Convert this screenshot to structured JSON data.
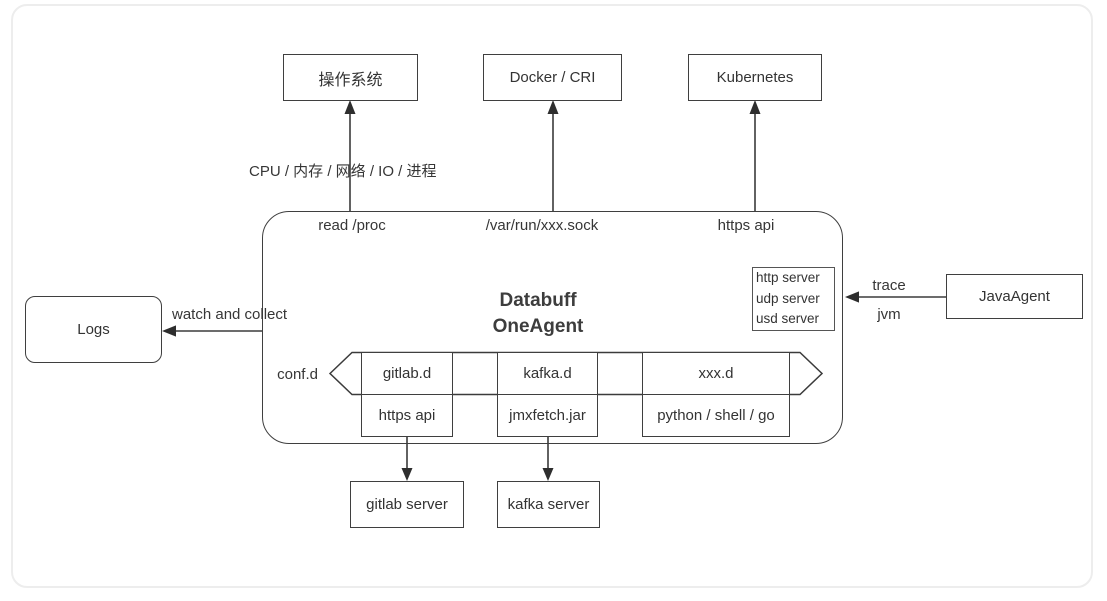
{
  "diagram": {
    "os_box": "操作系统",
    "docker_box": "Docker / CRI",
    "k8s_box": "Kubernetes",
    "cpu_label": "CPU / 内存 / 网络 / IO / 进程",
    "read_proc_label": "read /proc",
    "sock_label": "/var/run/xxx.sock",
    "https_api_label": "https api",
    "agent_title_line1": "Databuff",
    "agent_title_line2": "OneAgent",
    "server_list": [
      "http server",
      "udp server",
      "usd server"
    ],
    "logs_box": "Logs",
    "watch_collect_label": "watch and collect",
    "javaagent_box": "JavaAgent",
    "trace_label": "trace",
    "jvm_label": "jvm",
    "conf_label": "conf.d",
    "conf_items": [
      "gitlab.d",
      "kafka.d",
      "xxx.d"
    ],
    "runner_items": [
      "https api",
      "jmxfetch.jar",
      "python / shell / go"
    ],
    "server_boxes": [
      "gitlab server",
      "kafka server"
    ],
    "colors": {
      "line": "#3b3b3b",
      "text": "#363636",
      "card_border": "#ededed"
    }
  }
}
